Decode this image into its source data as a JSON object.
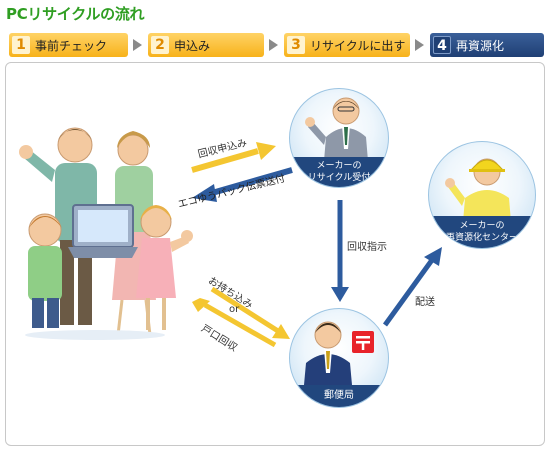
{
  "header": {
    "title": "PCリサイクルの流れ"
  },
  "steps": [
    {
      "num": "1",
      "label": "事前チェック"
    },
    {
      "num": "2",
      "label": "申込み"
    },
    {
      "num": "3",
      "label": "リサイクルに出す"
    },
    {
      "num": "4",
      "label": "再資源化"
    }
  ],
  "flow": {
    "maker_reception": {
      "line1": "メーカーの",
      "line2": "リサイクル受付"
    },
    "maker_center": {
      "line1": "メーカーの",
      "line2": "再資源化センター"
    },
    "post_office": {
      "label": "郵便局"
    },
    "arrows": {
      "collection_request": "回収申込み",
      "eco_pack": "エコゆうパック伝票送付",
      "collection_instruction": "回収指示",
      "bring_in": "お持ち込み",
      "or": "or",
      "door_pickup": "戸口回収",
      "delivery": "配送"
    }
  },
  "colors": {
    "title_green": "#2f9e22",
    "step_orange": "#f7b21a",
    "step_active_navy": "#1f3f74",
    "arrow_yellow": "#f4c631",
    "arrow_blue": "#2d5b9e",
    "caption_navy": "#21477e",
    "post_red": "#e8232a"
  }
}
